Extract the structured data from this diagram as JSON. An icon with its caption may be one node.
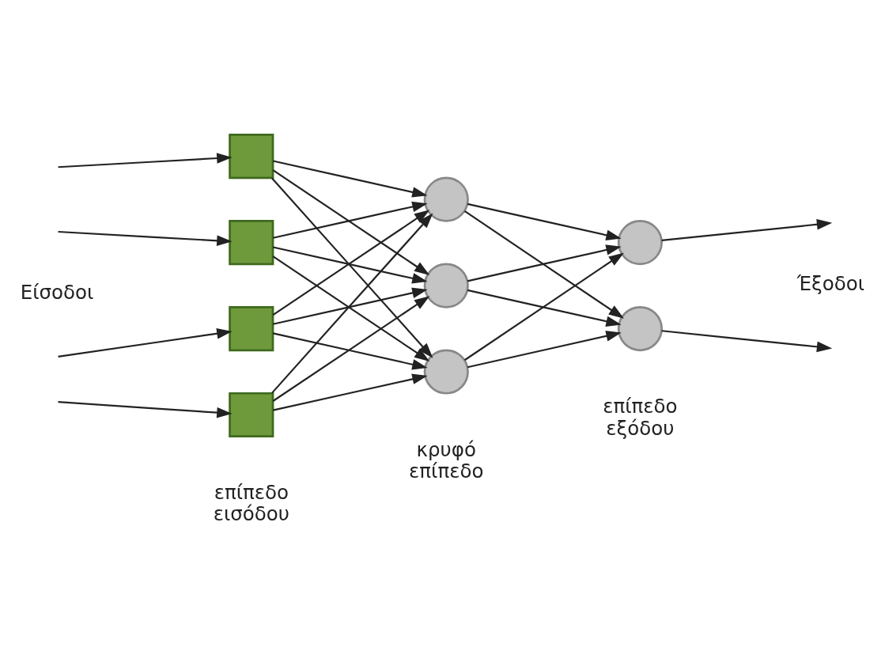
{
  "diagram": {
    "nodes": [
      {
        "text": [],
        "shape": "box"
      },
      {
        "text": [],
        "shape": "box"
      },
      {
        "text": [],
        "shape": "box"
      },
      {
        "text": [],
        "shape": "box"
      },
      {
        "text": [],
        "shape": "circle"
      },
      {
        "text": [],
        "shape": "circle"
      },
      {
        "text": [],
        "shape": "circle"
      },
      {
        "text": [],
        "shape": "circle"
      },
      {
        "text": [],
        "shape": "circle"
      }
    ],
    "edges": [
      {
        "from": null,
        "to": 0,
        "arrow": "to"
      },
      {
        "from": null,
        "to": 1,
        "arrow": "to"
      },
      {
        "from": null,
        "to": 2,
        "arrow": "to"
      },
      {
        "from": null,
        "to": 3,
        "arrow": "to"
      },
      {
        "from": 0,
        "to": 4,
        "arrow": "to"
      },
      {
        "from": 0,
        "to": 5,
        "arrow": "to"
      },
      {
        "from": 0,
        "to": 6,
        "arrow": "to"
      },
      {
        "from": 1,
        "to": 4,
        "arrow": "to"
      },
      {
        "from": 1,
        "to": 5,
        "arrow": "to"
      },
      {
        "from": 1,
        "to": 6,
        "arrow": "to"
      },
      {
        "from": 2,
        "to": 4,
        "arrow": "to"
      },
      {
        "from": 2,
        "to": 5,
        "arrow": "to"
      },
      {
        "from": 2,
        "to": 6,
        "arrow": "to"
      },
      {
        "from": 3,
        "to": 4,
        "arrow": "to"
      },
      {
        "from": 3,
        "to": 5,
        "arrow": "to"
      },
      {
        "from": 3,
        "to": 6,
        "arrow": "to"
      },
      {
        "from": 4,
        "to": 7,
        "arrow": "to"
      },
      {
        "from": 4,
        "to": 8,
        "arrow": "to"
      },
      {
        "from": 5,
        "to": 7,
        "arrow": "to"
      },
      {
        "from": 5,
        "to": 8,
        "arrow": "to"
      },
      {
        "from": 6,
        "to": 7,
        "arrow": "to"
      },
      {
        "from": 6,
        "to": 8,
        "arrow": "to"
      },
      {
        "from": 7,
        "to": null,
        "arrow": "to"
      },
      {
        "from": 8,
        "to": null,
        "arrow": "to"
      }
    ],
    "labels": [
      "Είσοδοι",
      "Έξοδοι",
      "επίπεδο εισόδου",
      "κρυφό επίπεδο",
      "επίπεδο εξόδου"
    ]
  }
}
